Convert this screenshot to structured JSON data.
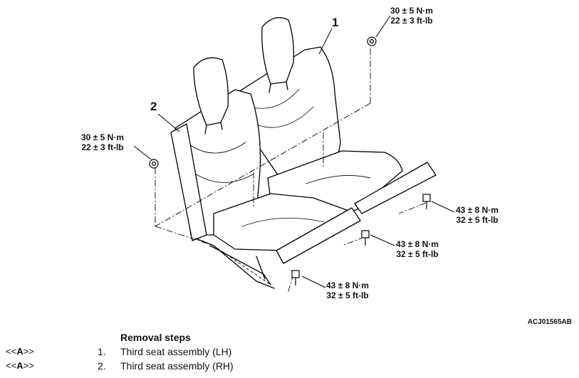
{
  "diagram": {
    "callouts": [
      {
        "id": "1",
        "text": "1"
      },
      {
        "id": "2",
        "text": "2"
      }
    ],
    "torque_labels": [
      {
        "id": "t-top-right",
        "line1": "30 ± 5 N·m",
        "line2": "22 ± 3 ft-lb"
      },
      {
        "id": "t-left",
        "line1": "30 ± 5 N·m",
        "line2": "22 ± 3 ft-lb"
      },
      {
        "id": "t-right-upper",
        "line1": "43 ± 8 N·m",
        "line2": "32 ± 5 ft-lb"
      },
      {
        "id": "t-right-mid",
        "line1": "43 ± 8 N·m",
        "line2": "32 ± 5 ft-lb"
      },
      {
        "id": "t-bottom",
        "line1": "43 ± 8 N·m",
        "line2": "32 ± 5 ft-lb"
      }
    ],
    "figure_id": "ACJ01565AB"
  },
  "removal": {
    "heading": "Removal steps",
    "steps": [
      {
        "tag_open": "<<",
        "tag_letter": "A",
        "tag_close": ">>",
        "number": "1.",
        "text": "Third seat assembly (LH)"
      },
      {
        "tag_open": "<<",
        "tag_letter": "A",
        "tag_close": ">>",
        "number": "2.",
        "text": "Third seat assembly (RH)"
      }
    ]
  }
}
